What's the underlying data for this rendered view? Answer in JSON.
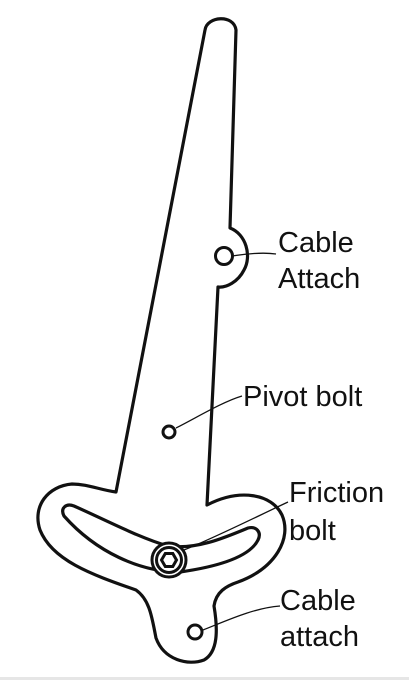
{
  "labels": {
    "cable_attach_top_line1": "Cable",
    "cable_attach_top_line2": "Attach",
    "pivot_bolt": "Pivot bolt",
    "friction_bolt_line1": "Friction",
    "friction_bolt_line2": "bolt",
    "cable_attach_bottom_line1": "Cable",
    "cable_attach_bottom_line2": "attach"
  }
}
